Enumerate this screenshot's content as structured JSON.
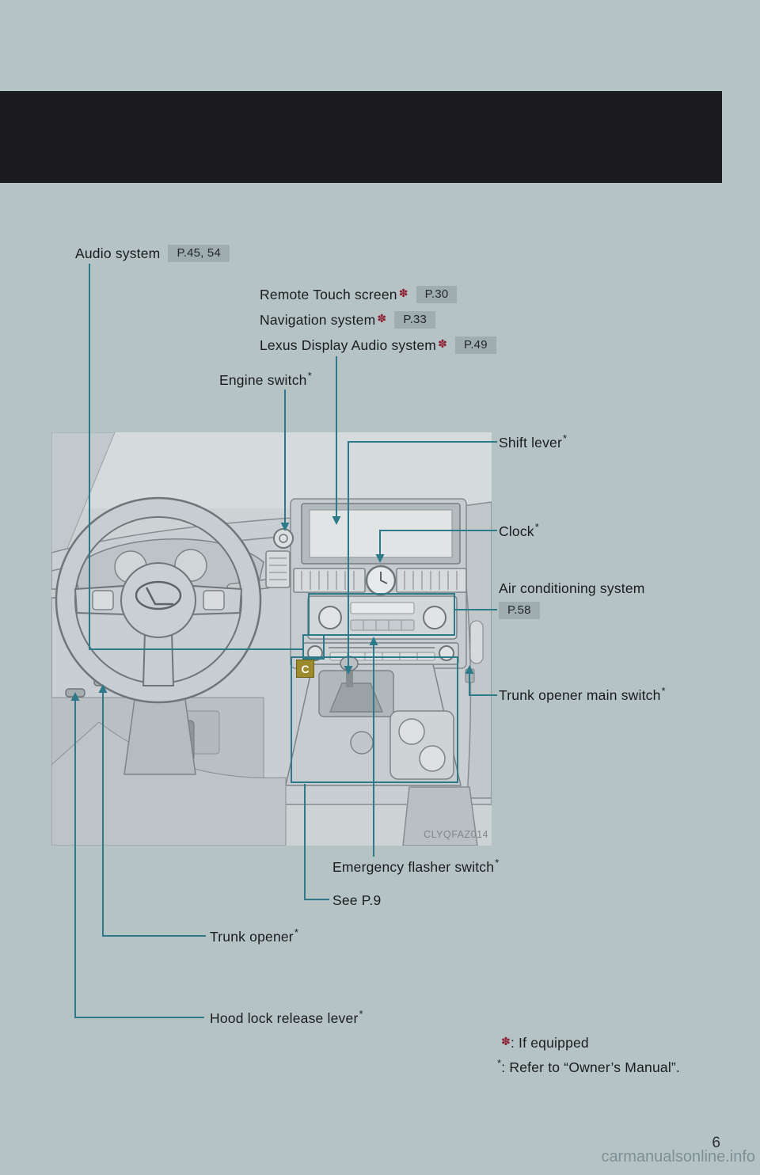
{
  "page": {
    "number": "6",
    "watermark": "carmanualsonline.info"
  },
  "figure": {
    "code": "CLYQFAZ014",
    "console_badge": "C"
  },
  "labels": {
    "audio_system": {
      "text": "Audio system",
      "ref": "P.45, 54"
    },
    "remote_touch_screen": {
      "text": "Remote Touch screen",
      "star": "✽",
      "ref": "P.30"
    },
    "navigation_system": {
      "text": "Navigation system",
      "star": "✽",
      "ref": "P.33"
    },
    "lexus_display_audio": {
      "text": "Lexus Display Audio system",
      "star": "✽",
      "ref": "P.49"
    },
    "engine_switch": {
      "text": "Engine switch",
      "star": "*"
    },
    "shift_lever": {
      "text": "Shift lever",
      "star": "*"
    },
    "clock": {
      "text": "Clock",
      "star": "*"
    },
    "air_conditioning": {
      "text": "Air conditioning system",
      "ref": "P.58"
    },
    "trunk_opener_main_switch": {
      "text": "Trunk opener main switch",
      "star": "*"
    },
    "emergency_flasher_switch": {
      "text": "Emergency flasher switch",
      "star": "*"
    },
    "see_p9": {
      "text": "See P.9"
    },
    "trunk_opener": {
      "text": "Trunk opener",
      "star": "*"
    },
    "hood_lock_release_lever": {
      "text": "Hood lock release lever",
      "star": "*"
    }
  },
  "footnotes": {
    "equipped_star": "✽",
    "equipped_text": ": If equipped",
    "manual_star": "*",
    "manual_text": ": Refer to “Owner’s Manual”."
  },
  "colors": {
    "page_background": "#b5c3c5",
    "header_band": "#1c1c1e",
    "figure_background": "#cdd2d4",
    "leader_line": "#2e7a8b",
    "ref_box_background": "#9fadb0",
    "red_asterisk": "#8e1f33",
    "console_badge_background": "#9d8a2c"
  }
}
